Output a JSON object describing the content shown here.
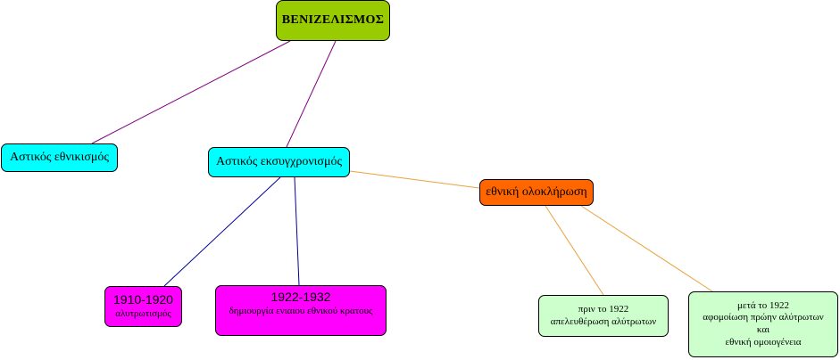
{
  "colors": {
    "root": "#99cc00",
    "branch": "#00ffff",
    "integration": "#ff6600",
    "period": "#ff00ff",
    "outcome": "#ccffcc",
    "link_root": "#800080",
    "link_periods": "#000099",
    "link_integration": "#e8a33a"
  },
  "nodes": {
    "root": "ΒΕΝΙΖΕΛΙΣΜΟΣ",
    "nationalism": "Αστικός εθνικισμός",
    "modernization": "Αστικός εκσυγχρονισμός",
    "integration": "εθνική ολοκλήρωση",
    "period1": {
      "date": "1910-1920",
      "text": "αλυτρωτισμός"
    },
    "period2": {
      "date": "1922-1932",
      "text": "δημιουργία ενιαιου εθνικού κρατους"
    },
    "before": {
      "line1": "πριν το 1922",
      "line2": "απελευθέρωση αλύτρωτων"
    },
    "after": {
      "line1": "μετά το 1922",
      "line2": "αφομοίωση πρώην αλύτρωτων",
      "line3": "και",
      "line4": "εθνική ομοιογένεια"
    }
  }
}
